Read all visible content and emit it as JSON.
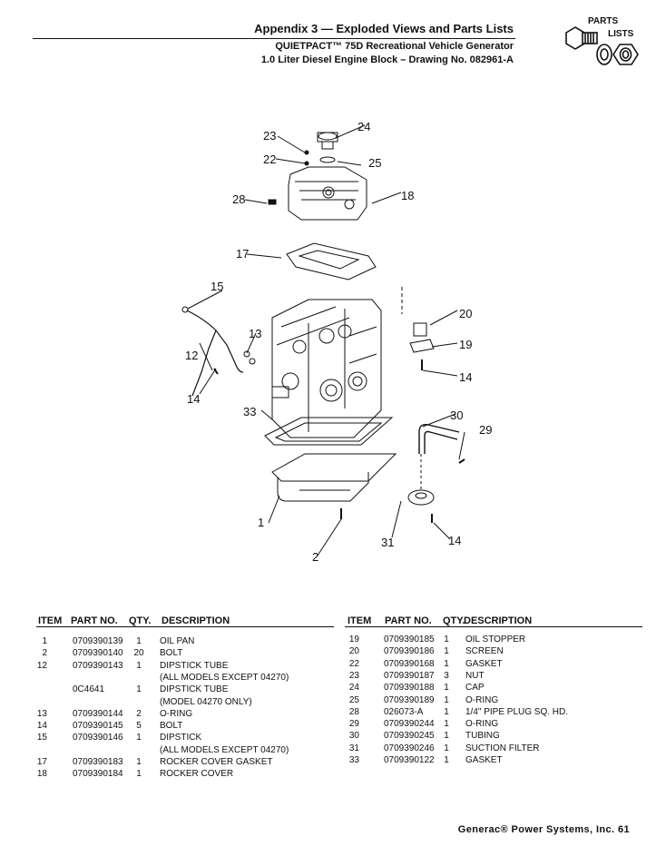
{
  "header": {
    "title": "Appendix 3 — Exploded Views and Parts Lists",
    "subtitle1": "QUIETPACT™ 75D Recreational Vehicle Generator",
    "subtitle2": "1.0 Liter Diesel Engine Block – Drawing No.  082961-A"
  },
  "logo": {
    "word1": "PARTS",
    "word2": "LISTS",
    "icon": "nut-bolt-icon"
  },
  "diagram": {
    "callouts": [
      "24",
      "23",
      "22",
      "25",
      "28",
      "18",
      "17",
      "15",
      "13",
      "20",
      "12",
      "19",
      "14",
      "14",
      "33",
      "30",
      "29",
      "1",
      "31",
      "14",
      "2"
    ]
  },
  "table_left": {
    "headers": {
      "item": "ITEM",
      "part": "PART NO.",
      "qty": "QTY.",
      "desc": "DESCRIPTION"
    },
    "rows": [
      {
        "item": "1",
        "part": "0709390139",
        "qty": "1",
        "desc": "OIL PAN"
      },
      {
        "item": "2",
        "part": "0709390140",
        "qty": "20",
        "desc": "BOLT"
      },
      {
        "item": "12",
        "part": "0709390143",
        "qty": "1",
        "desc": "DIPSTICK TUBE"
      },
      {
        "item": "",
        "part": "",
        "qty": "",
        "desc": "(ALL MODELS EXCEPT 04270)"
      },
      {
        "item": "",
        "part": "0C4641",
        "qty": "1",
        "desc": "DIPSTICK TUBE"
      },
      {
        "item": "",
        "part": "",
        "qty": "",
        "desc": "(MODEL 04270 ONLY)"
      },
      {
        "item": "13",
        "part": "0709390144",
        "qty": "2",
        "desc": "O-RING"
      },
      {
        "item": "14",
        "part": "0709390145",
        "qty": "5",
        "desc": "BOLT"
      },
      {
        "item": "15",
        "part": "0709390146",
        "qty": "1",
        "desc": "DIPSTICK"
      },
      {
        "item": "",
        "part": "",
        "qty": "",
        "desc": "(ALL MODELS EXCEPT 04270)"
      },
      {
        "item": "17",
        "part": "0709390183",
        "qty": "1",
        "desc": "ROCKER COVER GASKET"
      },
      {
        "item": "18",
        "part": "0709390184",
        "qty": "1",
        "desc": "ROCKER COVER"
      }
    ]
  },
  "table_right": {
    "headers": {
      "item": "ITEM",
      "part": "PART NO.",
      "qty": "QTY.",
      "desc": "DESCRIPTION"
    },
    "rows": [
      {
        "item": "19",
        "part": "0709390185",
        "qty": "1",
        "desc": "OIL STOPPER"
      },
      {
        "item": "20",
        "part": "0709390186",
        "qty": "1",
        "desc": "SCREEN"
      },
      {
        "item": "22",
        "part": "0709390168",
        "qty": "1",
        "desc": "GASKET"
      },
      {
        "item": "23",
        "part": "0709390187",
        "qty": "3",
        "desc": "NUT"
      },
      {
        "item": "24",
        "part": "0709390188",
        "qty": "1",
        "desc": "CAP"
      },
      {
        "item": "25",
        "part": "0709390189",
        "qty": "1",
        "desc": "O-RING"
      },
      {
        "item": "28",
        "part": "026073-A",
        "qty": "1",
        "desc": "1/4\" PIPE PLUG SQ. HD."
      },
      {
        "item": "29",
        "part": "0709390244",
        "qty": "1",
        "desc": "O-RING"
      },
      {
        "item": "30",
        "part": "0709390245",
        "qty": "1",
        "desc": "TUBING"
      },
      {
        "item": "31",
        "part": "0709390246",
        "qty": "1",
        "desc": "SUCTION FILTER"
      },
      {
        "item": "33",
        "part": "0709390122",
        "qty": "1",
        "desc": "GASKET"
      }
    ]
  },
  "footer": {
    "text": "Generac® Power Systems, Inc.   61"
  }
}
